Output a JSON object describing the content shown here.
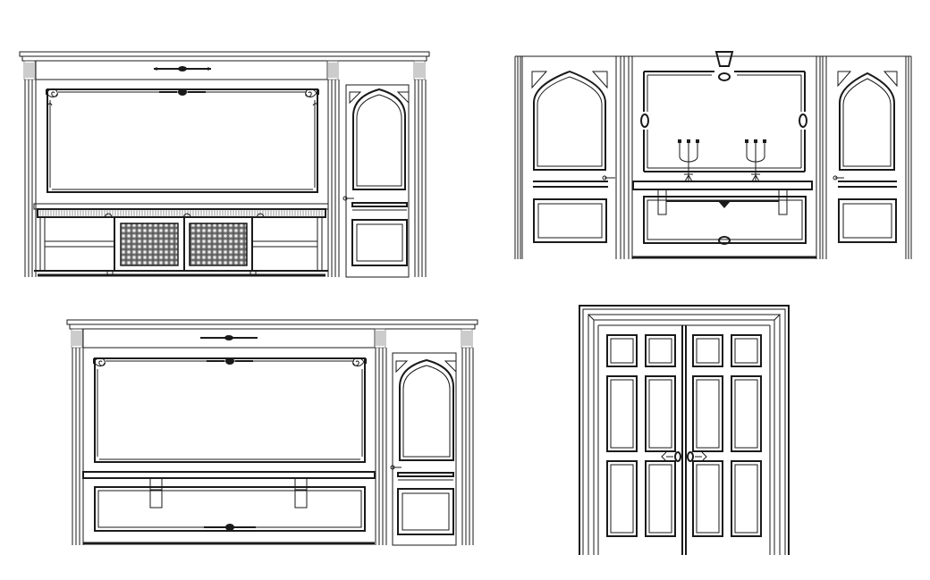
{
  "drawing": {
    "title": "",
    "colors": {
      "line": "#1a1a1a",
      "background": "#ffffff"
    },
    "elevations": [
      {
        "name": "tv-wall-elevation-with-cabinet",
        "components": [
          "cornice",
          "dentil-blocks",
          "ornamental-frieze",
          "molded-wall-panel",
          "gothic-arch-door",
          "low-cabinet",
          "lattice-doors"
        ]
      },
      {
        "name": "console-wall-elevation",
        "components": [
          "twin-gothic-arch-doors",
          "keystone",
          "mirror-panel",
          "candelabra-pair",
          "console-table",
          "lower-panel"
        ]
      },
      {
        "name": "tv-wall-elevation-with-shelf",
        "components": [
          "cornice",
          "ornamental-frieze",
          "molded-wall-panel",
          "floating-shelf",
          "shelf-brackets",
          "gothic-arch-door"
        ]
      },
      {
        "name": "double-door-elevation",
        "components": [
          "door-casing",
          "eight-panel-double-door",
          "door-handles"
        ]
      }
    ]
  }
}
